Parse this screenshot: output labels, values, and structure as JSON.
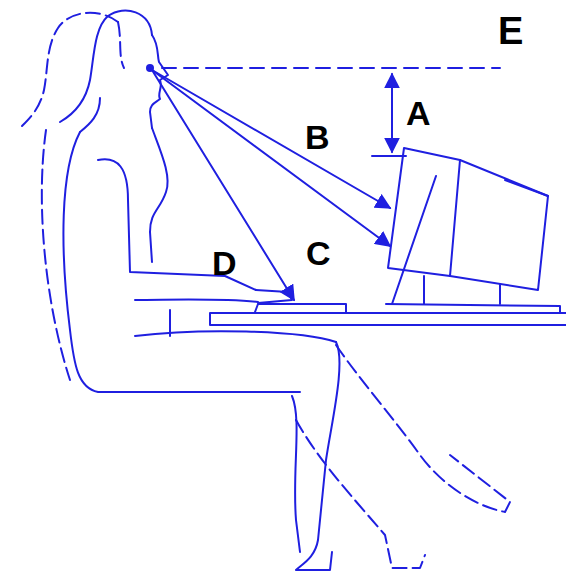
{
  "diagram": {
    "labels": [
      "E",
      "A",
      "B",
      "C",
      "D"
    ]
  }
}
